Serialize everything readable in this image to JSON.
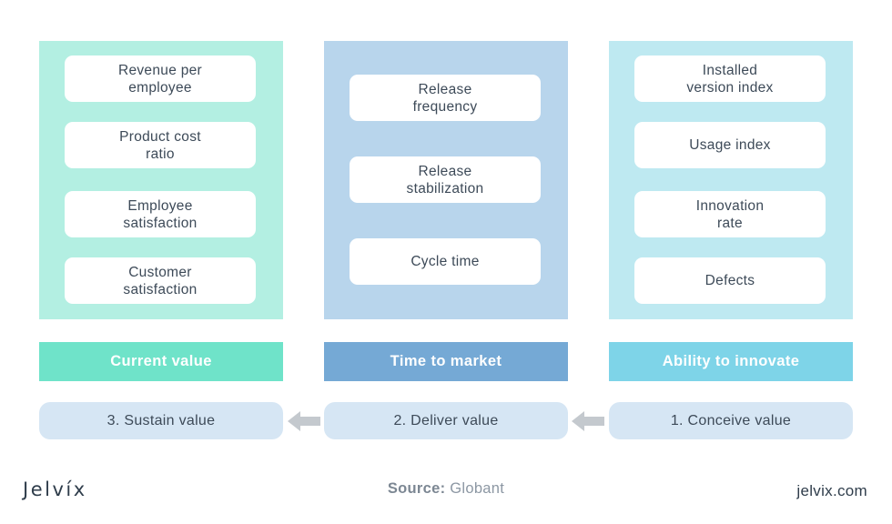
{
  "colors": {
    "panel_left": "#b3efe2",
    "panel_middle": "#b8d5ec",
    "panel_right": "#bee9f1",
    "header_left": "#6fe3c9",
    "header_middle": "#75a9d5",
    "header_right": "#7ed4e8",
    "step_pill": "#d6e6f4",
    "arrow": "#c4c9ce"
  },
  "columns": [
    {
      "cards": [
        "Revenue per\nemployee",
        "Product cost\nratio",
        "Employee\nsatisfaction",
        "Customer\nsatisfaction"
      ],
      "header": "Current value",
      "step": "3. Sustain value"
    },
    {
      "cards": [
        "Release\nfrequency",
        "Release\nstabilization",
        "Cycle time"
      ],
      "header": "Time to market",
      "step": "2. Deliver value"
    },
    {
      "cards": [
        "Installed\nversion index",
        "Usage index",
        "Innovation\nrate",
        "Defects"
      ],
      "header": "Ability to innovate",
      "step": "1. Conceive value"
    }
  ],
  "icons": [
    "arrow-left-icon",
    "arrow-left-icon"
  ],
  "footer": {
    "logo": "Jelvíx",
    "source_label": "Source:",
    "source_value": " Globant",
    "site": "jelvix.com"
  }
}
